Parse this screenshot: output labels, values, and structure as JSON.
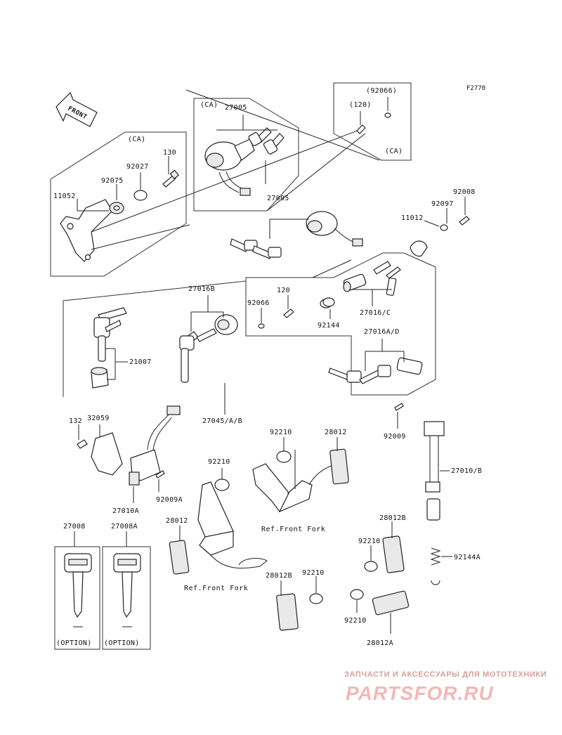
{
  "diagram_code": "F2770",
  "front_label": "FRONT",
  "notes": {
    "ca_1": "(CA)",
    "ca_2": "(CA)",
    "ca_3": "(CA)",
    "option_1": "(OPTION)",
    "option_2": "(OPTION)",
    "ref_fork_1": "Ref.Front Fork",
    "ref_fork_2": "Ref.Front Fork"
  },
  "parts": {
    "p27005_a": "27005",
    "p27005_b": "27005",
    "p92066_a": "(92066)",
    "p120_a": "(120)",
    "p130": "130",
    "p92027": "92027",
    "p92075": "92075",
    "p11052": "11052",
    "p92008": "92008",
    "p92097": "92097",
    "p11012": "11012",
    "p27016b": "27016B",
    "p120_b": "120",
    "p92066_b": "92066",
    "p92144": "92144",
    "p27016c": "27016/C",
    "p27016ad": "27016A/D",
    "p21007": "21007",
    "p27045": "27045/A/B",
    "p92009": "92009",
    "p132": "132",
    "p32059": "32059",
    "p92210_a": "92210",
    "p28012_a": "28012",
    "p92210_b": "92210",
    "p27010b": "27010/B",
    "p27010a": "27010A",
    "p92009a": "92009A",
    "p27008": "27008",
    "p27008a": "27008A",
    "p28012_b": "28012",
    "p28012b_a": "28012B",
    "p92210_c": "92210",
    "p92144a": "92144A",
    "p28012b_b": "28012B",
    "p92210_d": "92210",
    "p92210_e": "92210",
    "p28012a": "28012A"
  },
  "watermark": {
    "tagline": "ЗАПЧАСТИ И АКСЕССУАРЫ ДЛЯ МОТОТЕХНИКИ",
    "site": "PARTSFOR.RU"
  },
  "colors": {
    "ink": "#222222",
    "watermark": "#f3b7b7"
  }
}
